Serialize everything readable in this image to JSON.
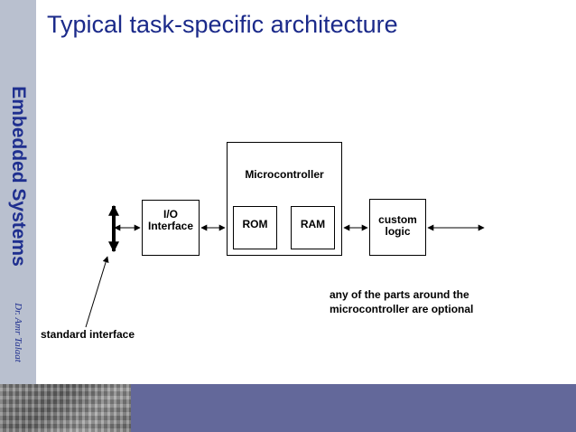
{
  "slide": {
    "title": "Typical task-specific architecture",
    "sidebar_title": "Embedded Systems",
    "sidebar_author": "Dr. Amr Talaat"
  },
  "diagram": {
    "io_interface_line1": "I/O",
    "io_interface_line2": "Interface",
    "microcontroller": "Microcontroller",
    "rom": "ROM",
    "ram": "RAM",
    "custom_logic_line1": "custom",
    "custom_logic_line2": "logic",
    "note_line1": "any of the parts around the",
    "note_line2": "microcontroller are optional",
    "standard_interface": "standard interface"
  },
  "colors": {
    "title": "#1b2a8a",
    "sidebar": "#b9c0cf",
    "footer_bar": "#63689a"
  }
}
